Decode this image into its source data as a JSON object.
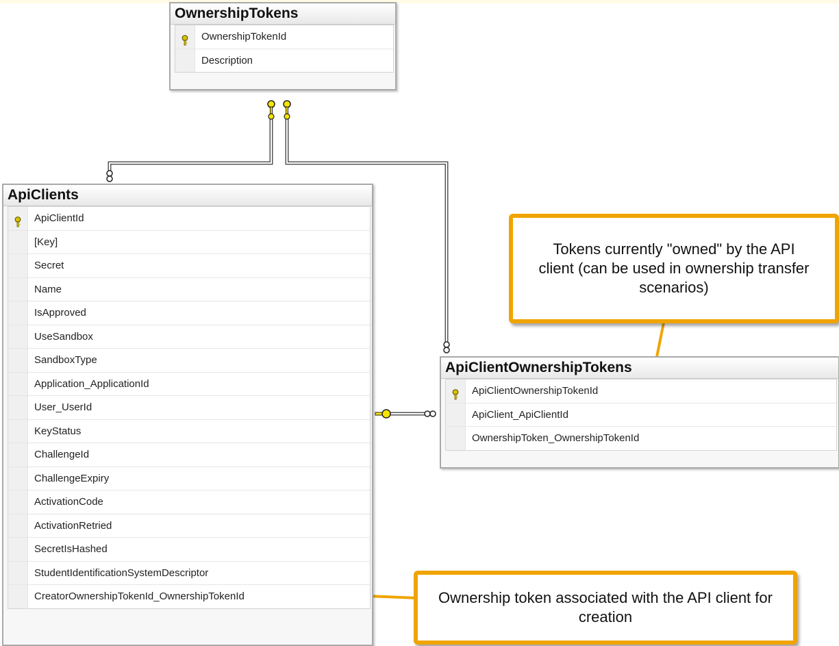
{
  "icons": {
    "primary_key": "key-icon",
    "fk_one": "key-endpoint-icon",
    "fk_many": "infinity-endpoint-icon"
  },
  "colors": {
    "callout_border": "#f0a400",
    "key": "#d6c200",
    "line": "#555555"
  },
  "tables": {
    "ownership_tokens": {
      "title": "OwnershipTokens",
      "columns": [
        {
          "name": "OwnershipTokenId",
          "primary_key": true
        },
        {
          "name": "Description",
          "primary_key": false
        }
      ]
    },
    "api_clients": {
      "title": "ApiClients",
      "columns": [
        {
          "name": "ApiClientId",
          "primary_key": true
        },
        {
          "name": "[Key]",
          "primary_key": false
        },
        {
          "name": "Secret",
          "primary_key": false
        },
        {
          "name": "Name",
          "primary_key": false
        },
        {
          "name": "IsApproved",
          "primary_key": false
        },
        {
          "name": "UseSandbox",
          "primary_key": false
        },
        {
          "name": "SandboxType",
          "primary_key": false
        },
        {
          "name": "Application_ApplicationId",
          "primary_key": false
        },
        {
          "name": "User_UserId",
          "primary_key": false
        },
        {
          "name": "KeyStatus",
          "primary_key": false
        },
        {
          "name": "ChallengeId",
          "primary_key": false
        },
        {
          "name": "ChallengeExpiry",
          "primary_key": false
        },
        {
          "name": "ActivationCode",
          "primary_key": false
        },
        {
          "name": "ActivationRetried",
          "primary_key": false
        },
        {
          "name": "SecretIsHashed",
          "primary_key": false
        },
        {
          "name": "StudentIdentificationSystemDescriptor",
          "primary_key": false
        },
        {
          "name": "CreatorOwnershipTokenId_OwnershipTokenId",
          "primary_key": false
        }
      ]
    },
    "api_client_ownership_tokens": {
      "title": "ApiClientOwnershipTokens",
      "columns": [
        {
          "name": "ApiClientOwnershipTokenId",
          "primary_key": true
        },
        {
          "name": "ApiClient_ApiClientId",
          "primary_key": false
        },
        {
          "name": "OwnershipToken_OwnershipTokenId",
          "primary_key": false
        }
      ]
    }
  },
  "callouts": {
    "owned_tokens": "Tokens currently \"owned\" by the API client (can be used in ownership transfer scenarios)",
    "creator_token": "Ownership token associated with the API client for creation"
  }
}
